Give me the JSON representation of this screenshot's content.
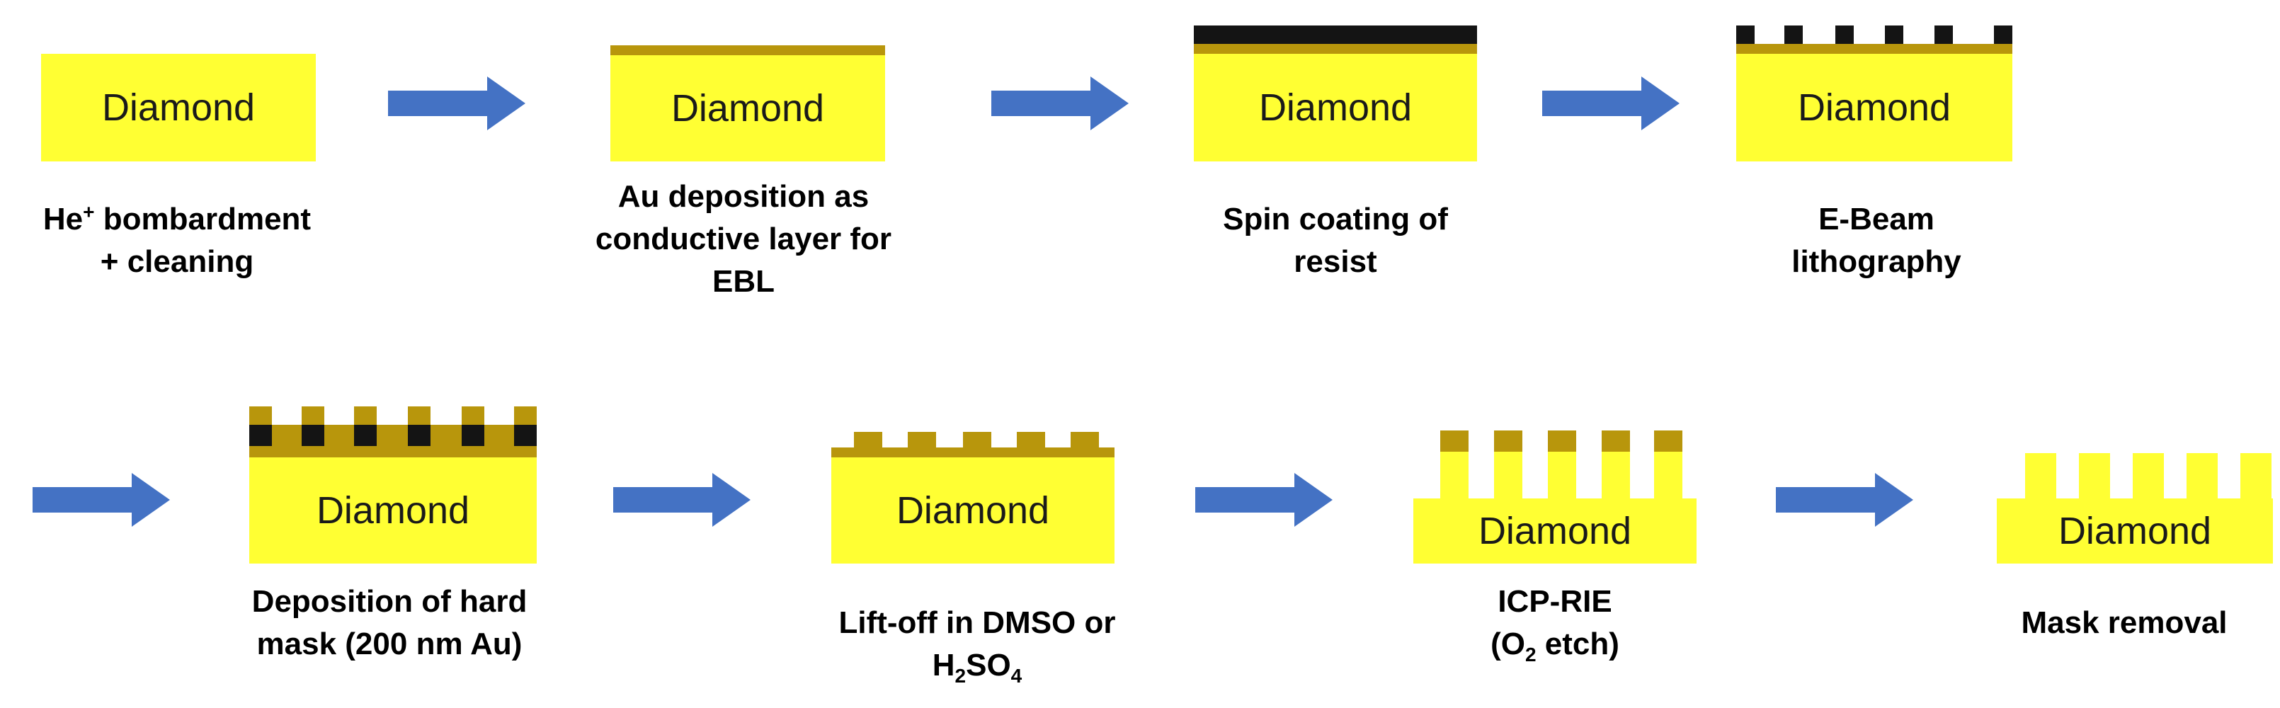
{
  "diagram": {
    "substrate_label": "Diamond",
    "colors": {
      "diamond": "#ffff33",
      "gold": "#b8960c",
      "resist": "#141414",
      "arrow": "#4472c4"
    },
    "steps": [
      {
        "label": "Diamond",
        "caption_lines": [
          [
            "He",
            "+",
            " bombardment"
          ],
          [
            "+ cleaning"
          ]
        ]
      },
      {
        "label": "Diamond",
        "caption_lines": [
          [
            "Au deposition as"
          ],
          [
            "conductive layer for"
          ],
          [
            "EBL"
          ]
        ]
      },
      {
        "label": "Diamond",
        "caption_lines": [
          [
            "Spin coating of"
          ],
          [
            "resist"
          ]
        ]
      },
      {
        "label": "Diamond",
        "caption_lines": [
          [
            "E-Beam"
          ],
          [
            "lithography"
          ]
        ]
      },
      {
        "label": "Diamond",
        "caption_lines": [
          [
            "Deposition of hard"
          ],
          [
            "mask (200 nm Au)"
          ]
        ]
      },
      {
        "label": "Diamond",
        "caption_lines": [
          [
            "Lift-off in DMSO or"
          ],
          [
            "H",
            "2",
            "SO",
            "4"
          ]
        ]
      },
      {
        "label": "Diamond",
        "caption_lines": [
          [
            "ICP-RIE"
          ],
          [
            "(O",
            "2",
            " etch)"
          ]
        ]
      },
      {
        "label": "Diamond",
        "caption_lines": [
          [
            "Mask removal"
          ]
        ]
      }
    ]
  }
}
